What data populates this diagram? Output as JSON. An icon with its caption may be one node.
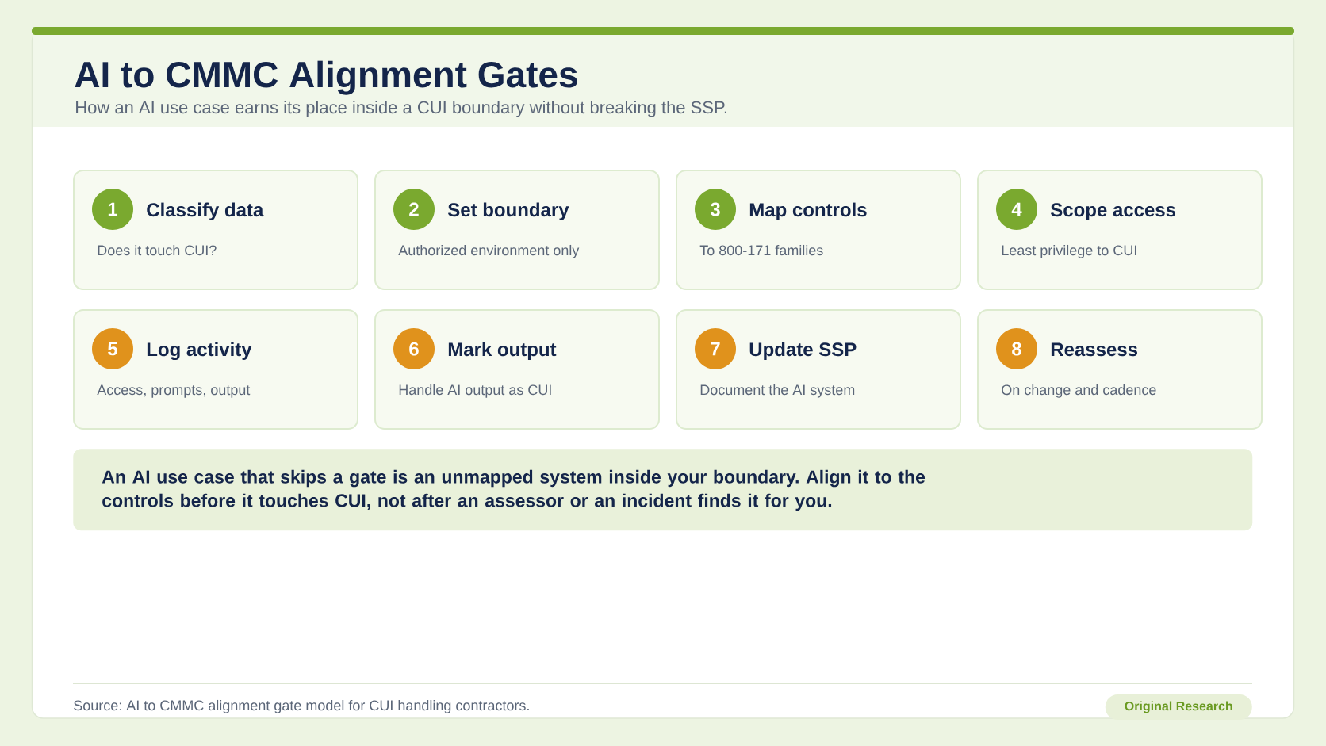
{
  "diagram": {
    "title": "AI to CMMC Alignment Gates",
    "nodes": [
      {
        "text": [
          "Classify data",
          "Does it touch CUI?"
        ]
      },
      {
        "text": [
          "1"
        ],
        "in": 0
      },
      {
        "text": [
          "Set boundary",
          "Authorized environment only"
        ]
      },
      {
        "text": [
          "2"
        ],
        "in": 2
      },
      {
        "text": [
          "Map controls",
          "To 800-171 families"
        ]
      },
      {
        "text": [
          "3"
        ],
        "in": 4
      },
      {
        "text": [
          "Scope access",
          "Least privilege to CUI"
        ]
      },
      {
        "text": [
          "4"
        ],
        "in": 6
      },
      {
        "text": [
          "Log activity",
          "Access, prompts, output"
        ]
      },
      {
        "text": [
          "5"
        ],
        "in": 8
      },
      {
        "text": [
          "Mark output",
          "Handle AI output as CUI"
        ]
      },
      {
        "text": [
          "6"
        ],
        "in": 10
      },
      {
        "text": [
          "Update SSP",
          "Document the AI system"
        ]
      },
      {
        "text": [
          "7"
        ],
        "in": 12
      },
      {
        "text": [
          "Reassess",
          "On change and cadence"
        ]
      },
      {
        "text": [
          "8"
        ],
        "in": 14
      },
      {
        "text": [
          "An AI use case that skips a gate is an unmapped system inside your boundary. Align it to the controls before it touches CUI, not after an assessor or an incident finds it for you."
        ]
      },
      {
        "text": [
          "Original Research"
        ]
      }
    ],
    "labels": [
      "How an AI use case earns its place inside a CUI boundary without breaking the SSP.",
      "Source: AI to CMMC alignment gate model for CUI handling contractors."
    ]
  }
}
